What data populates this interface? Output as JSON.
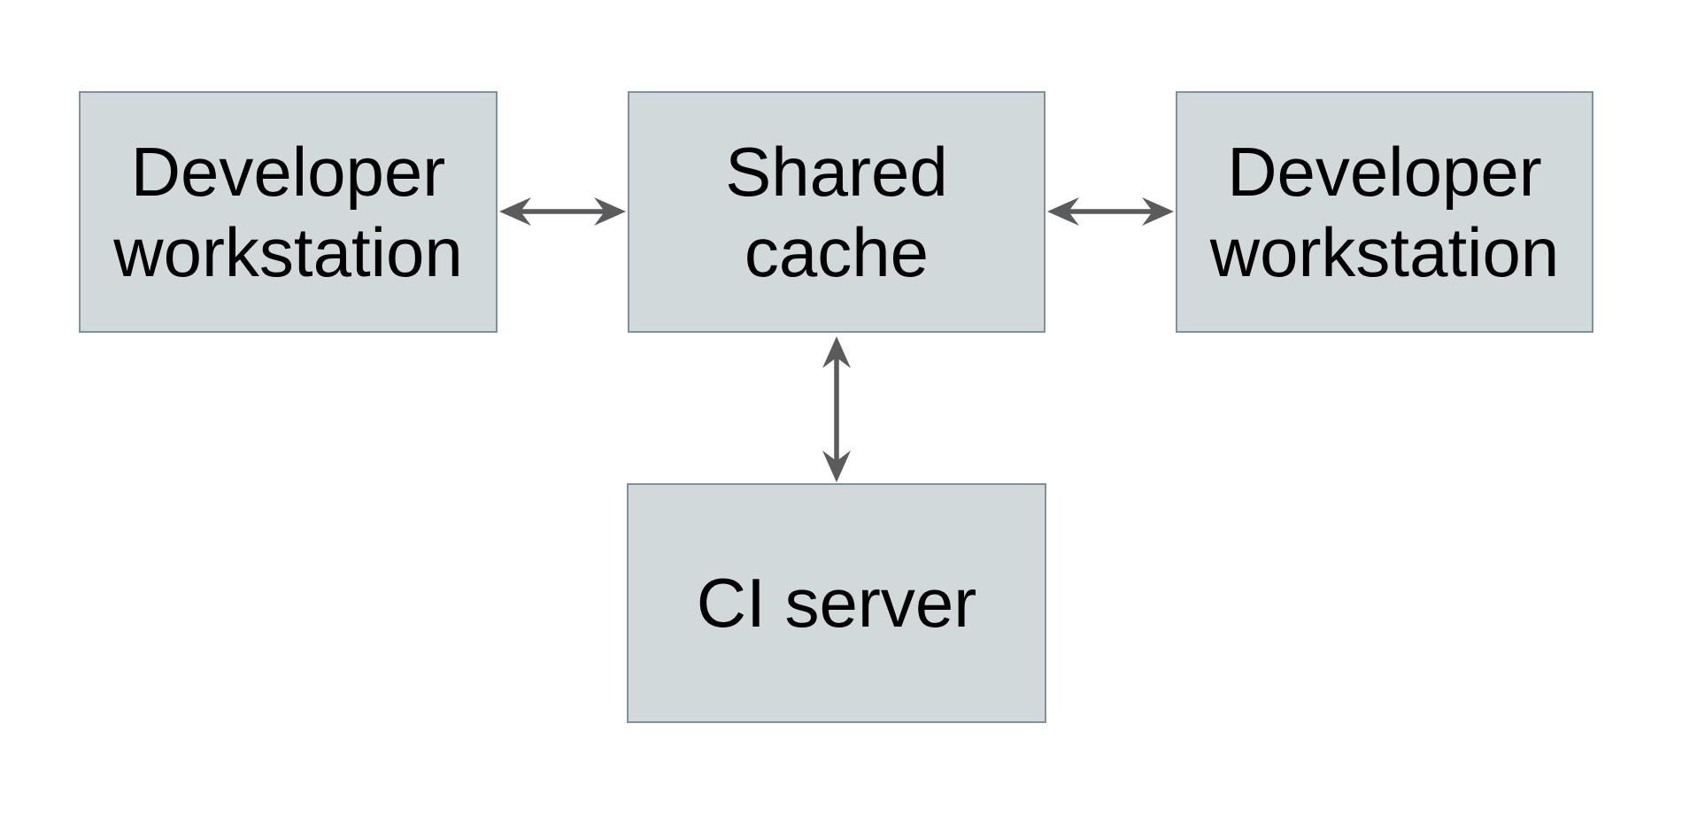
{
  "theme": {
    "background": "#ffffff",
    "box_fill": "#d2d9db",
    "box_border": "#7d929d",
    "arrow_color": "#5a5b5d",
    "text_color": "#000000"
  },
  "diagram": {
    "type": "architecture-diagram",
    "nodes": [
      {
        "id": "developer-workstation-left",
        "lines": [
          "Developer",
          "workstation"
        ]
      },
      {
        "id": "shared-cache",
        "lines": [
          "Shared",
          "cache"
        ]
      },
      {
        "id": "developer-workstation-right",
        "lines": [
          "Developer",
          "workstation"
        ]
      },
      {
        "id": "ci-server",
        "lines": [
          "CI server"
        ]
      }
    ],
    "edges": [
      {
        "from": "developer-workstation-left",
        "to": "shared-cache",
        "style": "double-arrow"
      },
      {
        "from": "shared-cache",
        "to": "developer-workstation-right",
        "style": "double-arrow"
      },
      {
        "from": "shared-cache",
        "to": "ci-server",
        "style": "double-arrow"
      }
    ]
  }
}
